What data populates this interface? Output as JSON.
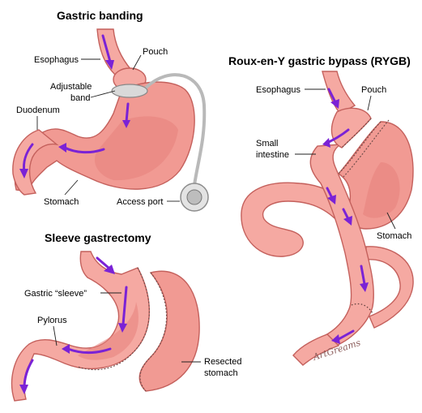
{
  "titles": {
    "banding": "Gastric banding",
    "rygb": "Roux-en-Y gastric bypass (RYGB)",
    "sleeve": "Sleeve gastrectomy"
  },
  "labels": {
    "banding": {
      "esophagus": "Esophagus",
      "pouch": "Pouch",
      "adjustable": "Adjustable",
      "band": "band",
      "duodenum": "Duodenum",
      "stomach": "Stomach",
      "access_port": "Access port"
    },
    "rygb": {
      "esophagus": "Esophagus",
      "pouch": "Pouch",
      "small": "Small",
      "intestine": "intestine",
      "stomach": "Stomach"
    },
    "sleeve": {
      "gastric_sleeve": "Gastric “sleeve”",
      "pylorus": "Pylorus",
      "resected": "Resected",
      "stomach": "stomach"
    }
  },
  "signature": "ArtGreams",
  "colors": {
    "organ": "#f19a93",
    "organ_outline": "#c4605c",
    "arrow": "#7a22d6",
    "band": "#cfcfcf"
  }
}
